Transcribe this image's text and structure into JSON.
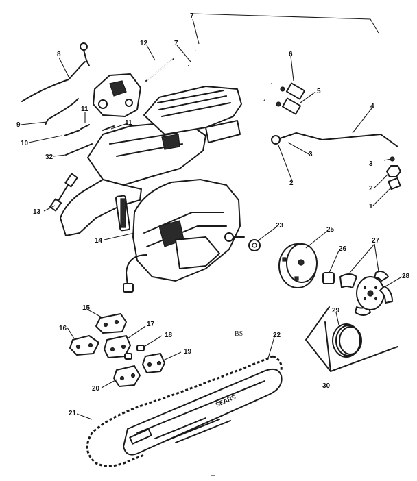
{
  "sheet_code": "BS",
  "bar_brand": "SEARS",
  "callouts": [
    {
      "id": "c1",
      "text": "1"
    },
    {
      "id": "c2a",
      "text": "2"
    },
    {
      "id": "c2b",
      "text": "2"
    },
    {
      "id": "c3a",
      "text": "3"
    },
    {
      "id": "c3b",
      "text": "3"
    },
    {
      "id": "c4",
      "text": "4"
    },
    {
      "id": "c5",
      "text": "5"
    },
    {
      "id": "c6",
      "text": "6"
    },
    {
      "id": "c7a",
      "text": "7"
    },
    {
      "id": "c7b",
      "text": "7"
    },
    {
      "id": "c8",
      "text": "8"
    },
    {
      "id": "c9",
      "text": "9"
    },
    {
      "id": "c10",
      "text": "10"
    },
    {
      "id": "c11a",
      "text": "11"
    },
    {
      "id": "c11b",
      "text": "11"
    },
    {
      "id": "c12",
      "text": "12"
    },
    {
      "id": "c13",
      "text": "13"
    },
    {
      "id": "c14",
      "text": "14"
    },
    {
      "id": "c15",
      "text": "15"
    },
    {
      "id": "c16",
      "text": "16"
    },
    {
      "id": "c17",
      "text": "17"
    },
    {
      "id": "c18",
      "text": "18"
    },
    {
      "id": "c19",
      "text": "19"
    },
    {
      "id": "c20",
      "text": "20"
    },
    {
      "id": "c21",
      "text": "21"
    },
    {
      "id": "c22",
      "text": "22"
    },
    {
      "id": "c23",
      "text": "23"
    },
    {
      "id": "c25",
      "text": "25"
    },
    {
      "id": "c26",
      "text": "26"
    },
    {
      "id": "c27",
      "text": "27"
    },
    {
      "id": "c28",
      "text": "28"
    },
    {
      "id": "c29",
      "text": "29"
    },
    {
      "id": "c30",
      "text": "30"
    },
    {
      "id": "c32",
      "text": "32"
    }
  ]
}
